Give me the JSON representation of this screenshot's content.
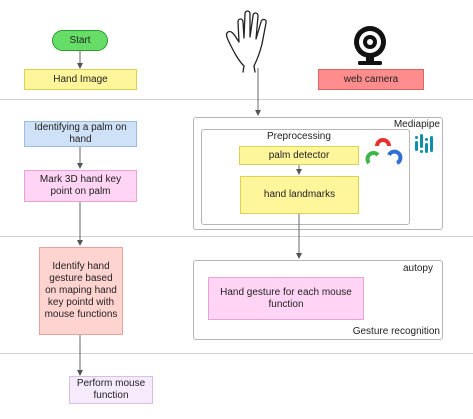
{
  "nodes": {
    "start": "Start",
    "hand_image": "Hand Image",
    "web_camera": "web camera",
    "identify_palm": "Identifying a palm on hand",
    "mark_3d": "Mark 3D hand key point on palm",
    "identify_gesture": "Identify hand gesture based on maping hand key pointd with mouse functions",
    "perform_mouse": "Perform mouse function",
    "palm_detector": "palm detector",
    "hand_landmarks": "hand landmarks",
    "hand_gesture_each": "Hand gesture for each mouse function"
  },
  "containers": {
    "mediapipe": "Mediapipe",
    "preprocessing": "Preprocessing",
    "autopy": "autopy",
    "gesture_recognition": "Gesture recognition"
  },
  "icons": [
    "hand-icon",
    "webcam-icon",
    "opencv-logo",
    "mediapipe-logo"
  ],
  "colors": {
    "start_fill": "#66dd66",
    "yellow_fill": "#fff59a",
    "red_fill": "#ff8d8d",
    "blue_fill": "#cfe1f6",
    "pink_fill": "#ffd4f4",
    "salmon_fill": "#ffd3d0",
    "lavender_fill": "#f6eafd"
  }
}
